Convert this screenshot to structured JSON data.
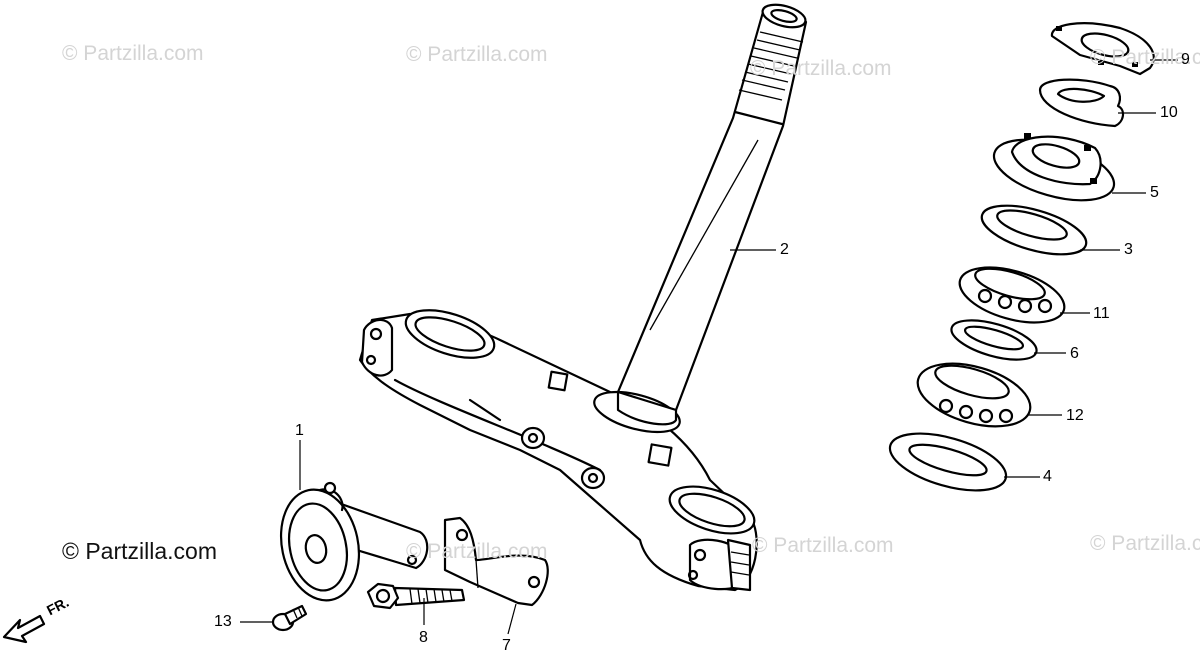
{
  "watermarks": [
    "© Partzilla.com",
    "© Partzilla.com",
    "© Partzilla.com",
    "© Partzilla.com",
    "© Partzilla.com",
    "© Partzilla.com",
    "© Partzilla.com"
  ],
  "copyright": "© Partzilla.com",
  "direction_label": "FR.",
  "callouts": [
    "9",
    "10",
    "5",
    "2",
    "3",
    "11",
    "6",
    "12",
    "4",
    "1",
    "13",
    "8",
    "7"
  ]
}
